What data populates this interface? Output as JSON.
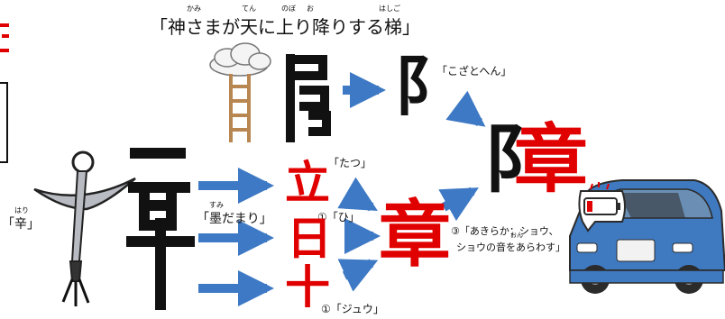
{
  "title": "「神さまが天に上り降りする梯」",
  "title_ruby": [
    "かみ",
    "てん",
    "のぼ",
    "お",
    "はしご"
  ],
  "kozatohen_label": "「こざとへん」",
  "tatsu_label": "「たつ」",
  "hi_label": "①「ひ」",
  "juu_label": "①「ジュウ」",
  "sumidamari_label": "「墨だまり」",
  "sumi_ruby": "すみ",
  "shin_label": "「辛」",
  "shin_ruby": "はり",
  "shou_label_line1": "③「あきらか：ショウ、",
  "shou_label_line2": "ショウの音をあらわす」",
  "oto_ruby": "おん",
  "final_char_left": "阝",
  "final_char_right": "章",
  "mid_char": "章",
  "tatsu_char": "立",
  "hi_char": "日",
  "juu_char": "十",
  "kozato_char": "阝",
  "accent_red": "#e00000",
  "arrow_blue": "#3d79c4"
}
